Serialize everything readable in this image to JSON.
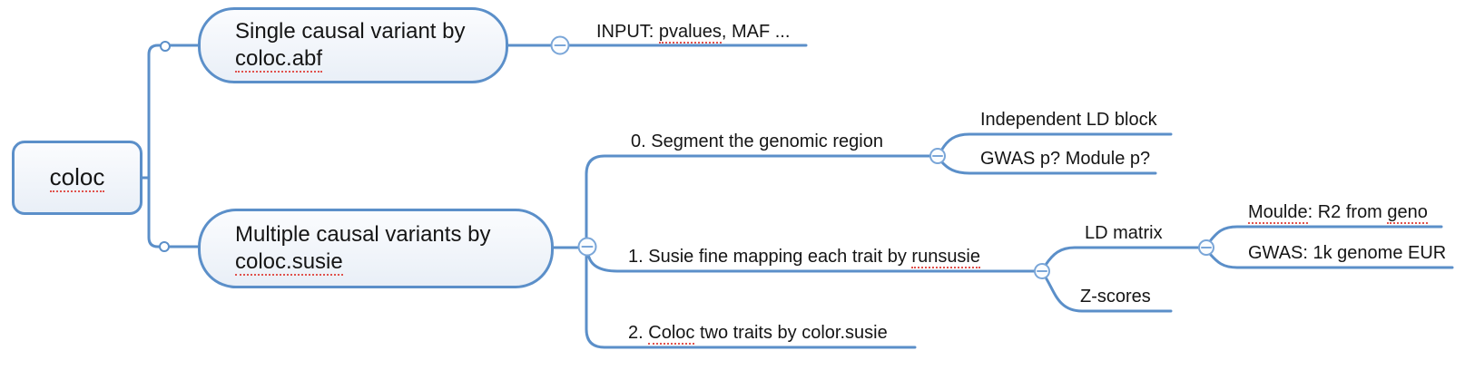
{
  "app": {
    "type": "mind-map-canvas"
  },
  "colors": {
    "branch_blue": "#5b8fc9",
    "collapse_stroke": "#7aa6d8",
    "collapse_fill": "#fbfdff",
    "node_fill_top": "#fbfcfe",
    "node_fill_bottom": "#e9eff7",
    "spellcheck_red": "#e0524d",
    "text_color": "#151515"
  },
  "icons": {
    "collapse_button": "minus-circle-icon",
    "branch_junction": "dot-circle-icon"
  },
  "root": {
    "label": "coloc"
  },
  "topics": {
    "abf": {
      "title_line1": "Single causal variant by",
      "title_line2": "coloc.abf",
      "input": {
        "prefix": "INPUT: ",
        "misspelled": "pvalues",
        "suffix": ", MAF ..."
      }
    },
    "susie": {
      "title_line1": "Multiple causal variants by",
      "title_line2": "coloc.susie",
      "step0": {
        "label": "0. Segment the genomic region",
        "independent_ld": "Independent LD block",
        "gwas_module": "GWAS p? Module p?"
      },
      "step1": {
        "prefix": "1. Susie fine mapping each trait by ",
        "misspelled": "runsusie",
        "ld_matrix": "LD matrix",
        "z_scores": "Z-scores",
        "module_src": {
          "misspelled1": "Moulde",
          "middle": ": R2 from ",
          "misspelled2": "geno"
        },
        "gwas_1k": "GWAS: 1k genome EUR"
      },
      "step2": {
        "prefix": "2. ",
        "misspelled": "Coloc",
        "suffix": " two traits by color.susie"
      }
    }
  }
}
